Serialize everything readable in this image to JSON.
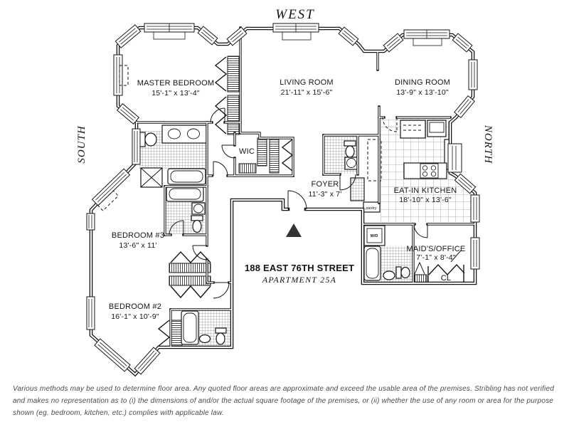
{
  "compass": {
    "west": "WEST",
    "south": "SOUTH",
    "north": "NORTH"
  },
  "address": {
    "street": "188 EAST 76TH STREET",
    "unit": "APARTMENT 25A"
  },
  "rooms": {
    "master_bedroom": {
      "name": "MASTER BEDROOM",
      "dims": "15'-1\" x 13'-4\""
    },
    "living_room": {
      "name": "LIVING ROOM",
      "dims": "21'-11\" x 15'-6\""
    },
    "dining_room": {
      "name": "DINING ROOM",
      "dims": "13'-9\" x 13'-10\""
    },
    "eat_in_kitchen": {
      "name": "EAT-IN KITCHEN",
      "dims": "18'-10\" x 13'-6\""
    },
    "foyer": {
      "name": "FOYER",
      "dims": "11'-3\" x 7'"
    },
    "wic": {
      "name": "WIC"
    },
    "pantry": {
      "name": "pantry"
    },
    "washer_dryer": {
      "name": "W/D"
    },
    "maids_office": {
      "name": "MAID'S/OFFICE",
      "dims": "7'-1\" x 8'-4\""
    },
    "closet": {
      "name": "CL"
    },
    "bedroom_3": {
      "name": "BEDROOM #3",
      "dims": "13'-6\" x 11'"
    },
    "bedroom_2": {
      "name": "BEDROOM #2",
      "dims": "16'-1\" x 10'-9\""
    }
  },
  "disclaimer": {
    "line1": "Various methods may be used to determine floor area. Any quoted floor areas are approximate and exceed the usable area of the premises. Stribling has not verified",
    "line2": "and makes no representation as to (i) the dimensions of and/or the actual square footage of the premises, or (ii) whether the use of any room or area for the purpose",
    "line3": "shown (eg. bedroom, kitchen, etc.) complies with applicable law."
  },
  "colors": {
    "ink": "#161616",
    "muted": "#4a4a4a",
    "paper": "#ffffff"
  }
}
